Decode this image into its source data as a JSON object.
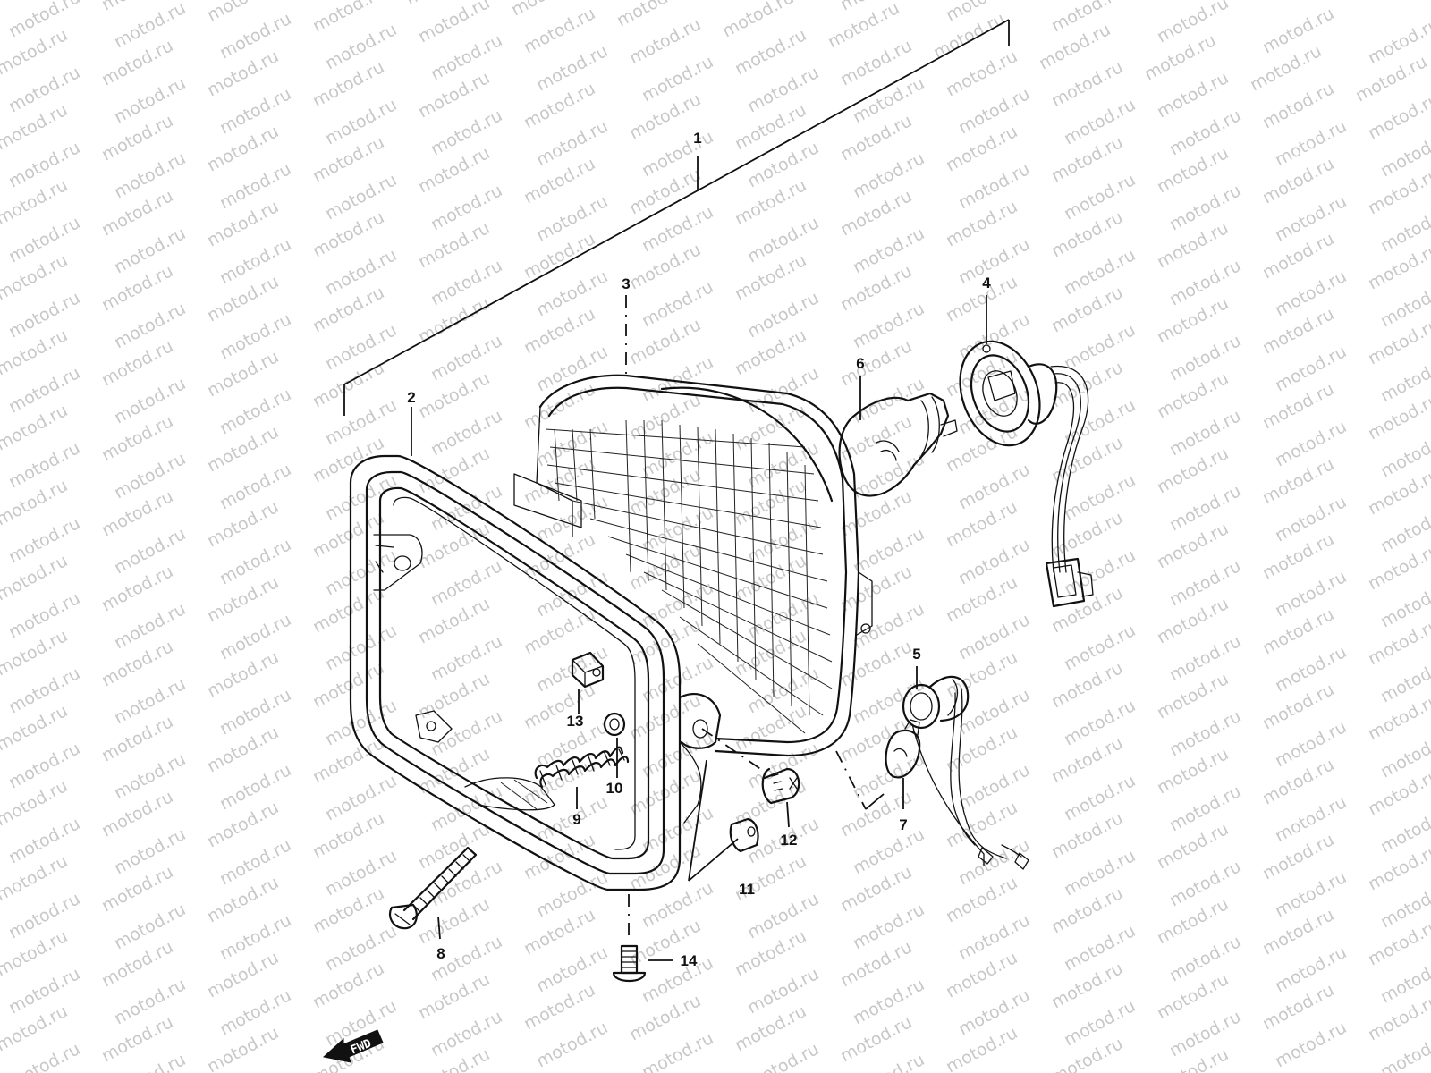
{
  "watermark": {
    "text": "motod.ru",
    "color": "#c8c8c8"
  },
  "callouts": {
    "c1": "1",
    "c2": "2",
    "c3": "3",
    "c4": "4",
    "c5": "5",
    "c6": "6",
    "c7": "7",
    "c8": "8",
    "c9": "9",
    "c10": "10",
    "c11": "11",
    "c12": "12",
    "c13": "13",
    "c14": "14"
  },
  "fwd_badge": {
    "label": "FWD"
  },
  "colors": {
    "line": "#111111",
    "background": "#ffffff"
  }
}
